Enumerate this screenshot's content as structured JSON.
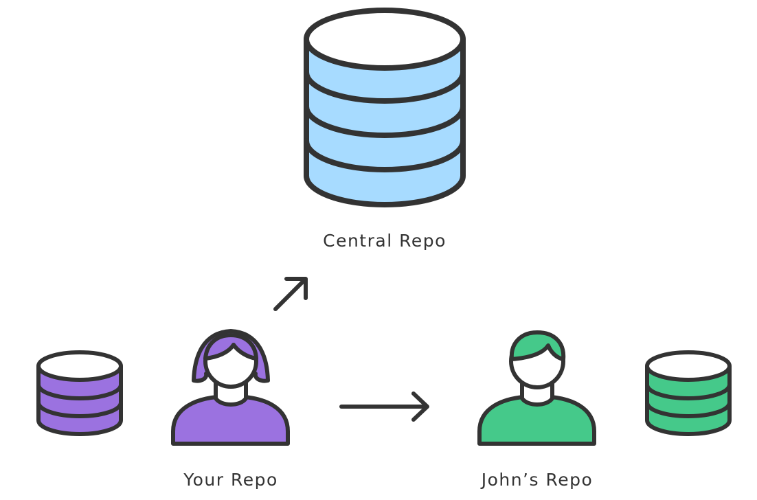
{
  "labels": {
    "central": "Central Repo",
    "yours": "Your Repo",
    "johns": "John’s Repo"
  },
  "colors": {
    "stroke": "#333333",
    "central_fill": "#a7dbff",
    "your_fill": "#9b72e0",
    "john_fill": "#45c98a",
    "background": "#ffffff"
  },
  "icons": {
    "central": "database-icon",
    "your_repo": "database-icon",
    "your_person": "person-icon",
    "john_person": "person-icon",
    "john_repo": "database-icon",
    "push_arrow": "arrow-up-right-icon",
    "share_arrow": "arrow-right-icon"
  }
}
